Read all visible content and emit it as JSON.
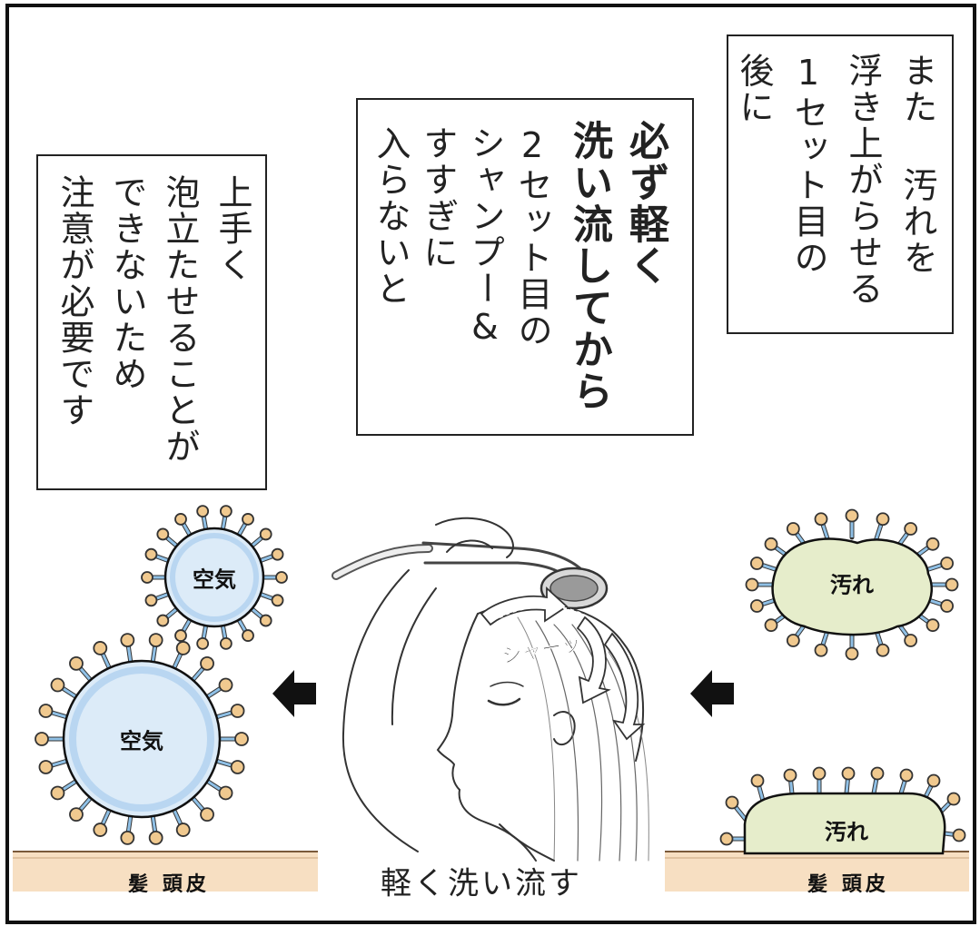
{
  "captions": {
    "right": {
      "columns": [
        "また 汚れを",
        "浮き上がらせる",
        "1セット目の",
        "後に"
      ]
    },
    "middle": {
      "bold_columns": [
        "必ず軽く",
        "洗い流してから"
      ],
      "columns": [
        "2セット目の",
        "シャンプー&",
        "すすぎに",
        "入らないと"
      ]
    },
    "left": {
      "columns": [
        "上手く",
        "泡立たせることが",
        "できないため",
        "注意が必要です"
      ]
    }
  },
  "labels": {
    "air_small": "空気",
    "air_large": "空気",
    "dirt_top": "汚れ",
    "dirt_bottom": "汚れ",
    "ground_left": "髪 頭皮",
    "ground_right": "髪 頭皮",
    "sfx": "シャーッ",
    "center": "軽く洗い流す"
  },
  "colors": {
    "air_fill": "#cfe4f7",
    "air_edge": "#7fb0dc",
    "dirt_fill": "#e6edcb",
    "spore_head": "#f0c98f",
    "spore_stem": "#8fc0e6",
    "ground": "#f7dfc2",
    "arrow": "#111111"
  },
  "icons": [
    "arrow-left-icon",
    "shower-head-icon"
  ]
}
